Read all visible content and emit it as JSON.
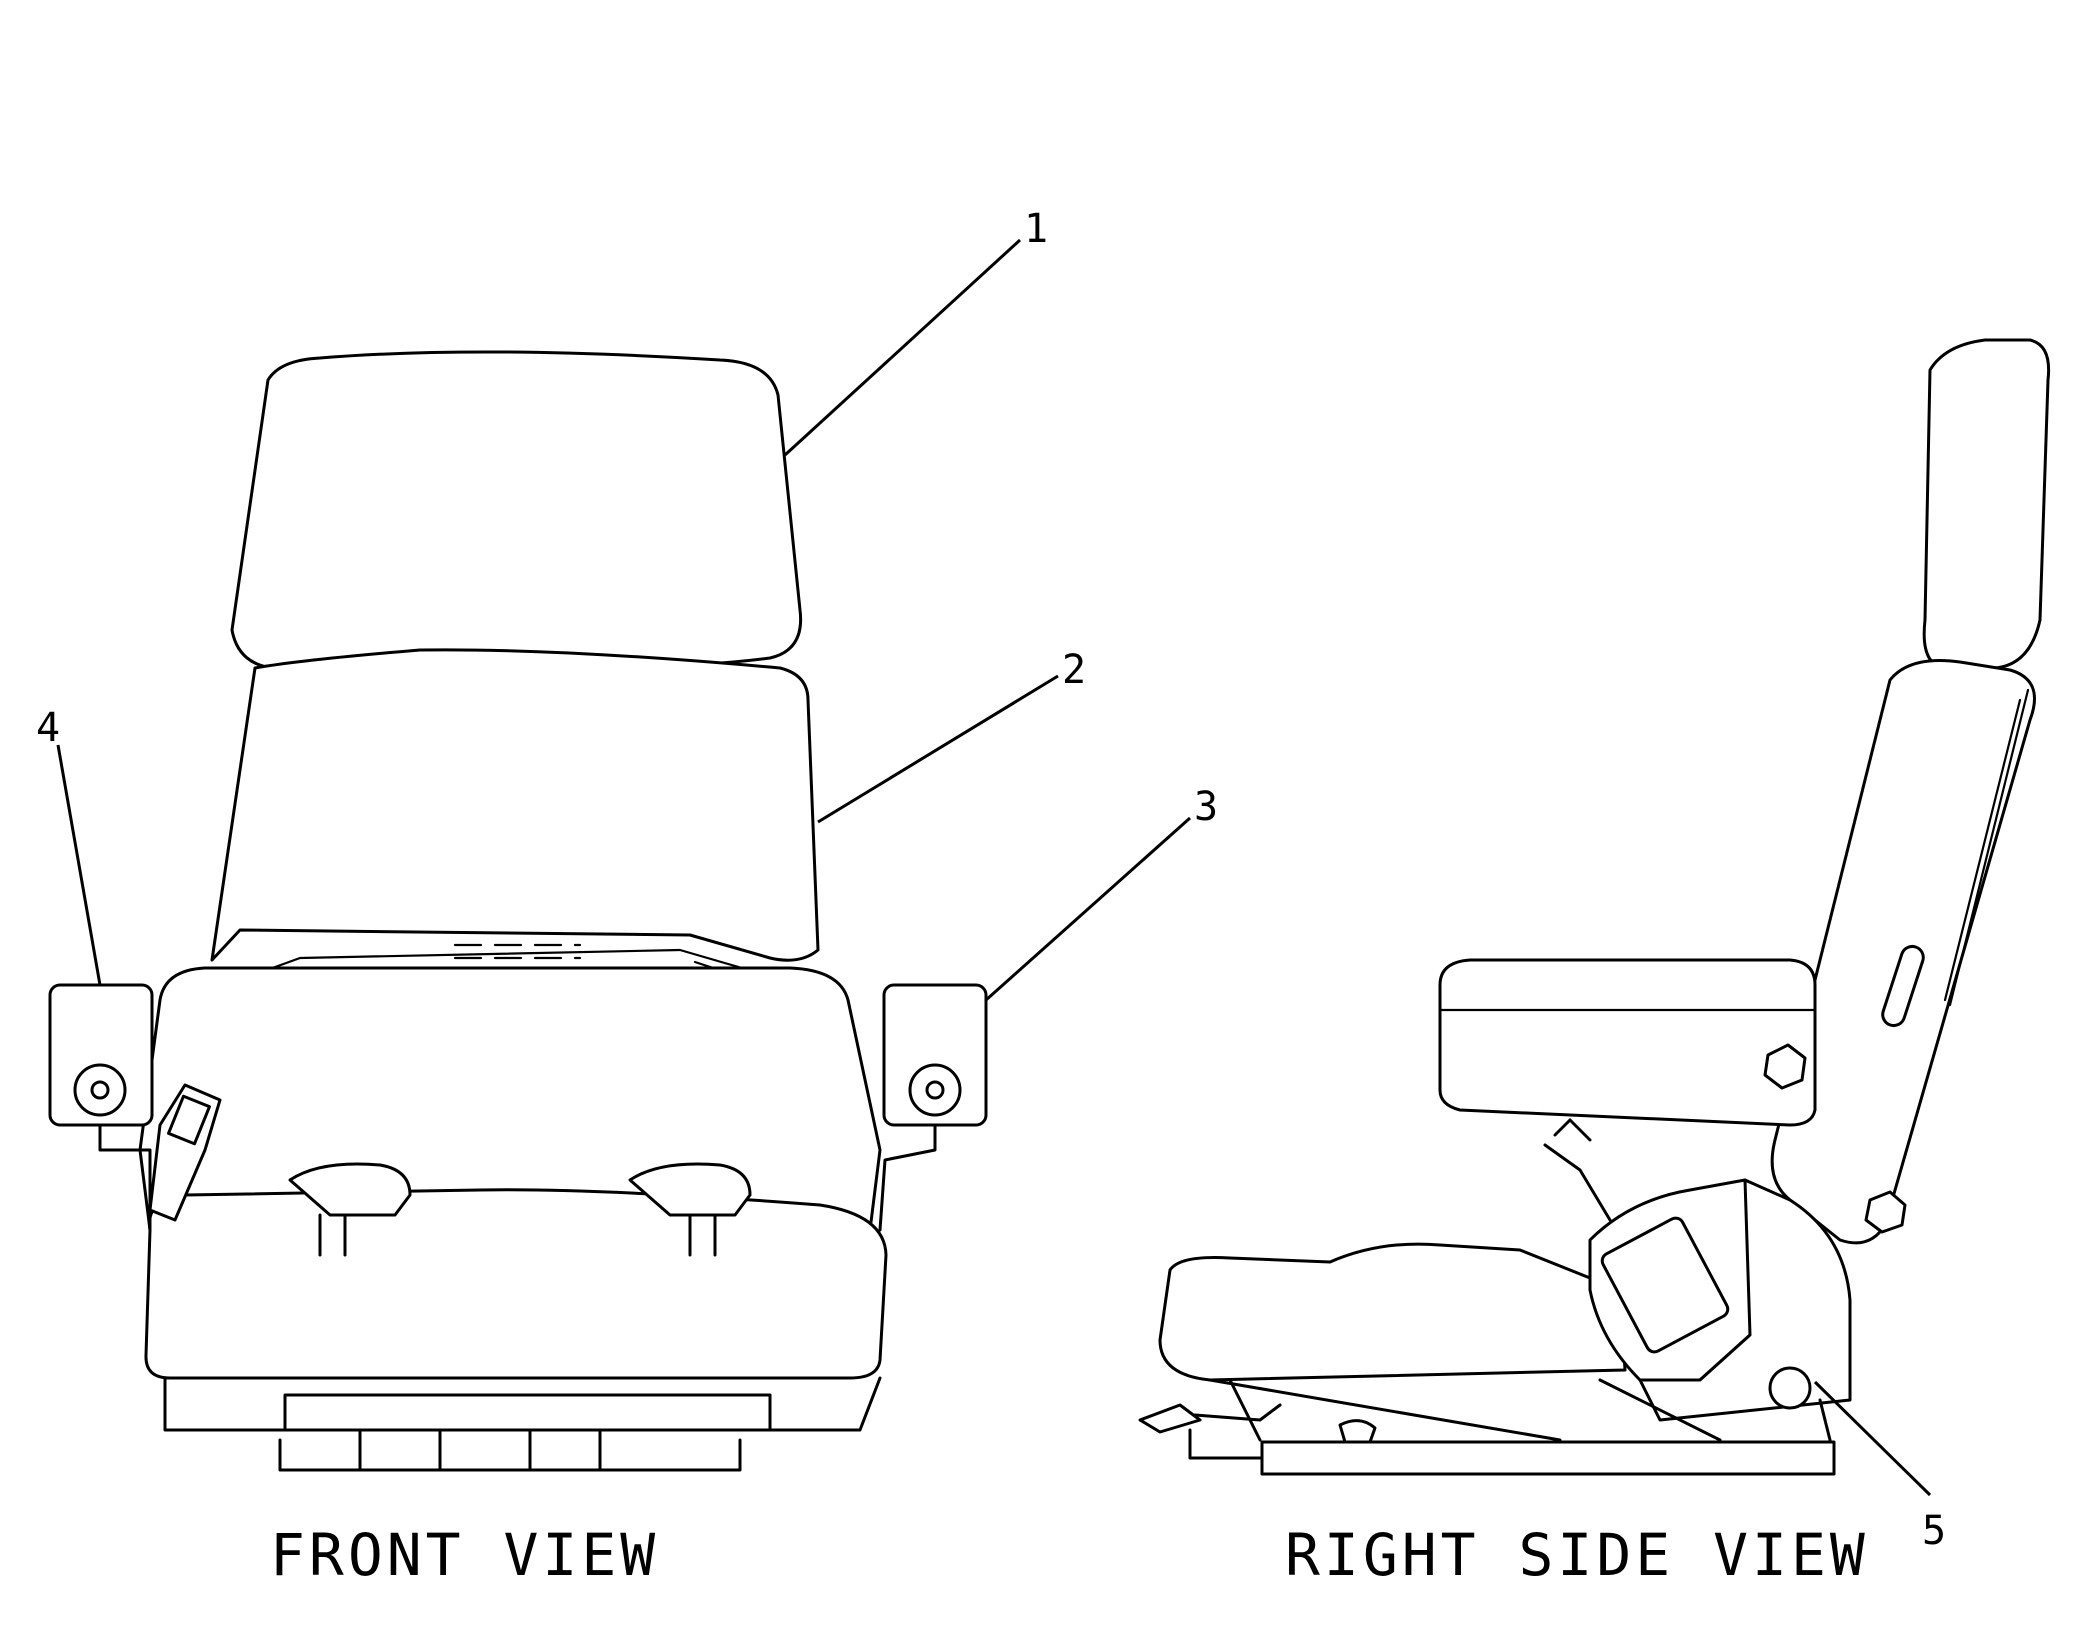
{
  "callouts": [
    {
      "id": "1",
      "label": "1"
    },
    {
      "id": "2",
      "label": "2"
    },
    {
      "id": "3",
      "label": "3"
    },
    {
      "id": "4",
      "label": "4"
    },
    {
      "id": "5",
      "label": "5"
    }
  ],
  "views": {
    "front": "FRONT VIEW",
    "side": "RIGHT SIDE VIEW"
  }
}
